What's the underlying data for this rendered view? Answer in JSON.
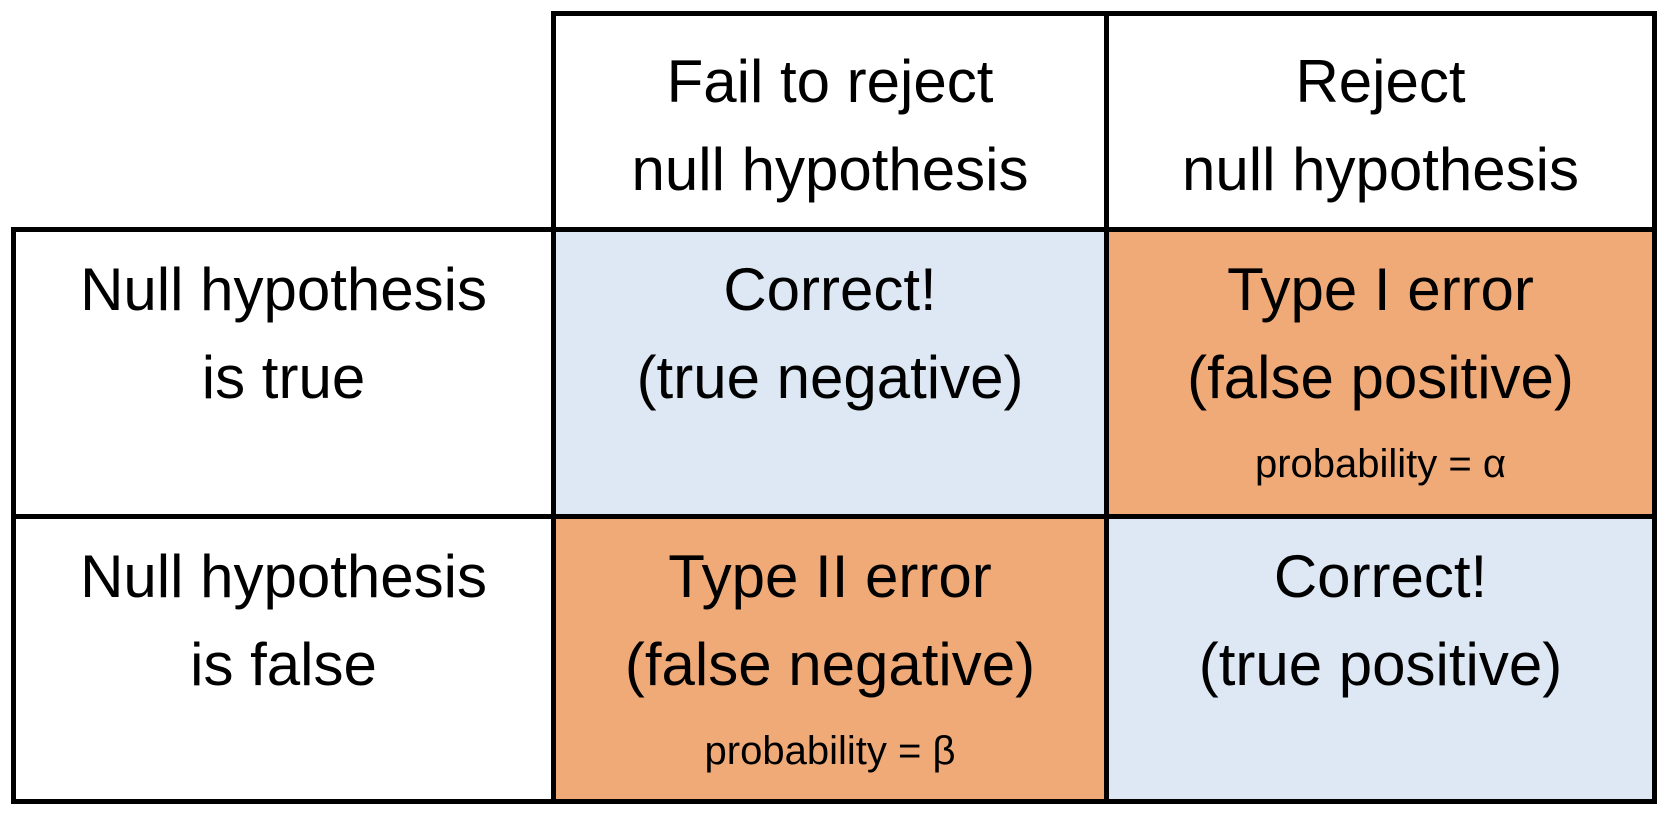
{
  "matrix": {
    "corner": "",
    "col_headers": [
      "Fail to reject\nnull hypothesis",
      "Reject\nnull hypothesis"
    ],
    "row_headers": [
      "Null hypothesis\nis true",
      "Null hypothesis\nis false"
    ],
    "cells": [
      [
        {
          "title": "Correct!",
          "subtitle": "(true negative)",
          "note": "",
          "kind": "correct"
        },
        {
          "title": "Type I error",
          "subtitle": "(false positive)",
          "note": "probability = α",
          "kind": "error"
        }
      ],
      [
        {
          "title": "Type II error",
          "subtitle": "(false negative)",
          "note": "probability = β",
          "kind": "error"
        },
        {
          "title": "Correct!",
          "subtitle": "(true positive)",
          "note": "",
          "kind": "correct"
        }
      ]
    ],
    "colors": {
      "correct_bg": "#dde8f4",
      "error_bg": "#efaa78",
      "border": "#000000",
      "text": "#000000"
    }
  }
}
